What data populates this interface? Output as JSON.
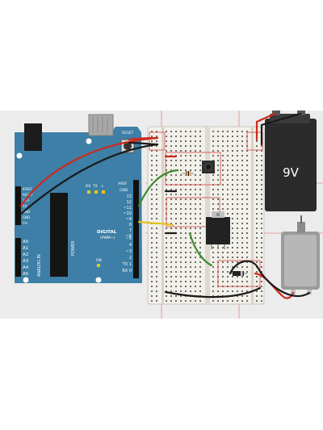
{
  "arduino": {
    "reset": "RESET",
    "aref": "AREF",
    "gnd": "GND",
    "rx": "RX",
    "tx": "TX",
    "l": "L",
    "on": "ON",
    "digital": "DIGITAL",
    "pwm": "(PWM~)",
    "power": "POWER",
    "analog_in": "ANALOG IN",
    "power_pins": [
      "IOREF",
      "RESET",
      "3V3",
      "5V",
      "GND",
      "GND",
      "Vin"
    ],
    "analog_pins": [
      "A0",
      "A1",
      "A2",
      "A3",
      "A4",
      "A5"
    ],
    "digital_pins": [
      "13",
      "12",
      "~11",
      "~10",
      "~9",
      "8",
      "7",
      "~6",
      "~5",
      "4",
      "~3",
      "2",
      "TX 1",
      "RX 0"
    ]
  },
  "battery": {
    "label": "9V"
  },
  "colors": {
    "board": "#3d7fa6",
    "breadboard": "#f2f0ea",
    "battery": "#2b2b2b",
    "motor": "#9b9b9b",
    "wire_red": "#cc2a1c",
    "wire_black": "#1a1a1a",
    "wire_green": "#3e8a2e",
    "wire_yellow": "#e2c21c",
    "highlight": "#d9534f"
  }
}
